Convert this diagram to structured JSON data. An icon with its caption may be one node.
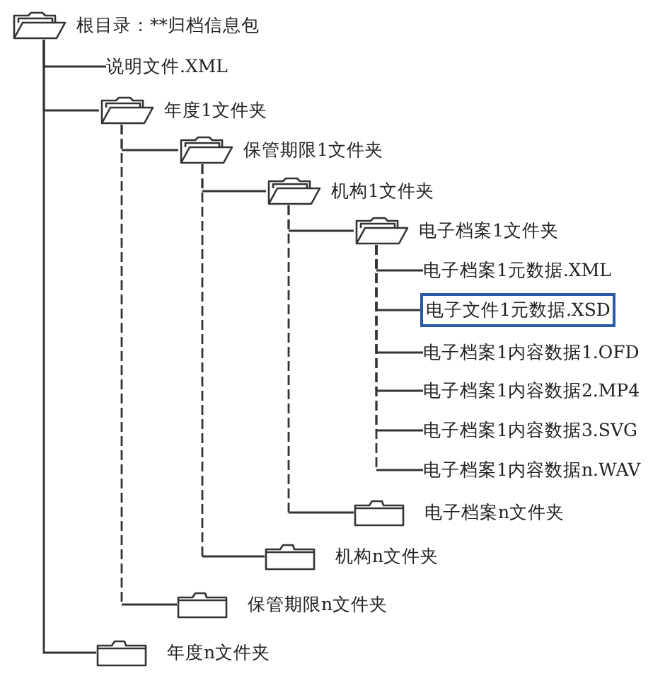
{
  "diagram": {
    "nodes": [
      {
        "text": [
          "根目录：**归档信息包"
        ]
      },
      {
        "text": [
          "说明文件.XML"
        ]
      },
      {
        "text": [
          "年度1文件夹"
        ]
      },
      {
        "text": [
          "保管期限1文件夹"
        ]
      },
      {
        "text": [
          "机构1文件夹"
        ]
      },
      {
        "text": [
          "电子档案1文件夹"
        ]
      },
      {
        "text": [
          "电子档案1元数据.XML"
        ]
      },
      {
        "text": [
          "电子文件1元数据.XSD"
        ]
      },
      {
        "text": [
          "电子档案1内容数据1.OFD"
        ]
      },
      {
        "text": [
          "电子档案1内容数据2.MP4"
        ]
      },
      {
        "text": [
          "电子档案1内容数据3.SVG"
        ]
      },
      {
        "text": [
          "电子档案1内容数据n.WAV"
        ]
      },
      {
        "text": [
          "电子档案n文件夹"
        ]
      },
      {
        "text": [
          "机构n文件夹"
        ]
      },
      {
        "text": [
          "保管期限n文件夹"
        ]
      },
      {
        "text": [
          "年度n文件夹"
        ]
      }
    ],
    "edges": [
      {
        "from": 0,
        "to": 1,
        "arrow": "none"
      },
      {
        "from": 0,
        "to": 2,
        "arrow": "none"
      },
      {
        "from": 0,
        "to": 15,
        "arrow": "none"
      },
      {
        "from": 2,
        "to": 3,
        "arrow": "none",
        "style": "dashed"
      },
      {
        "from": 2,
        "to": 14,
        "arrow": "none",
        "style": "dashed"
      },
      {
        "from": 3,
        "to": 4,
        "arrow": "none",
        "style": "dashed"
      },
      {
        "from": 3,
        "to": 13,
        "arrow": "none",
        "style": "dashed"
      },
      {
        "from": 4,
        "to": 5,
        "arrow": "none",
        "style": "dashed"
      },
      {
        "from": 4,
        "to": 12,
        "arrow": "none",
        "style": "dashed"
      },
      {
        "from": 5,
        "to": 6,
        "arrow": "none",
        "style": "dashed"
      },
      {
        "from": 5,
        "to": 7,
        "arrow": "none",
        "style": "dashed"
      },
      {
        "from": 5,
        "to": 8,
        "arrow": "none",
        "style": "dashed"
      },
      {
        "from": 5,
        "to": 9,
        "arrow": "none",
        "style": "dashed"
      },
      {
        "from": 5,
        "to": 10,
        "arrow": "none",
        "style": "dashed"
      },
      {
        "from": 5,
        "to": 11,
        "arrow": "none",
        "style": "dashed"
      }
    ]
  }
}
